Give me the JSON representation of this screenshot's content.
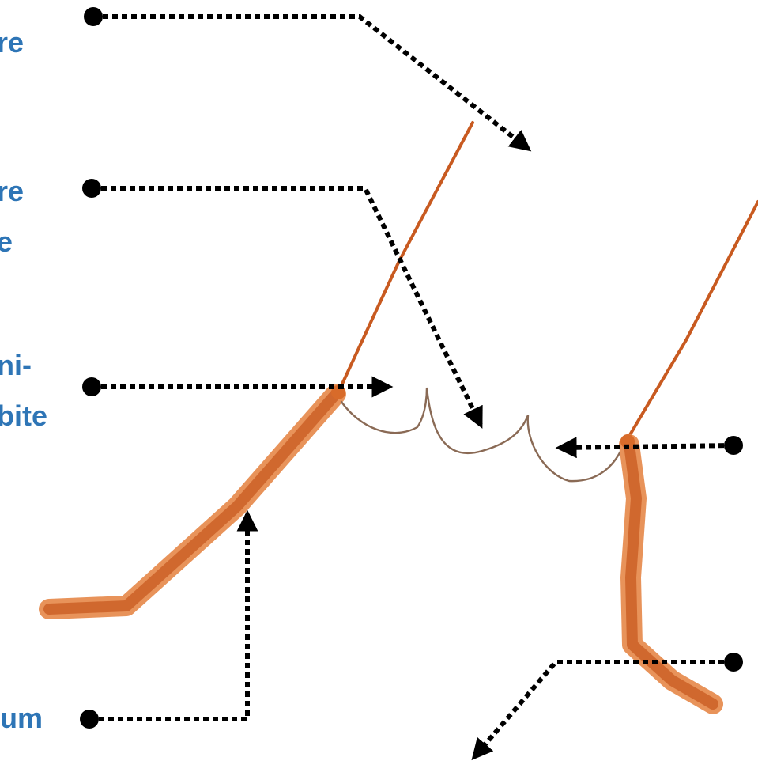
{
  "diagram": {
    "labels": [
      "re",
      "re",
      "e",
      "ni-",
      "bite",
      "um"
    ],
    "colors": {
      "label": "#2e75b6",
      "leader": "#000000",
      "stalk": "#c85a20",
      "stalk_light": "#e8935a",
      "hypha": "#8a6a55",
      "background": "#ffffff"
    }
  }
}
